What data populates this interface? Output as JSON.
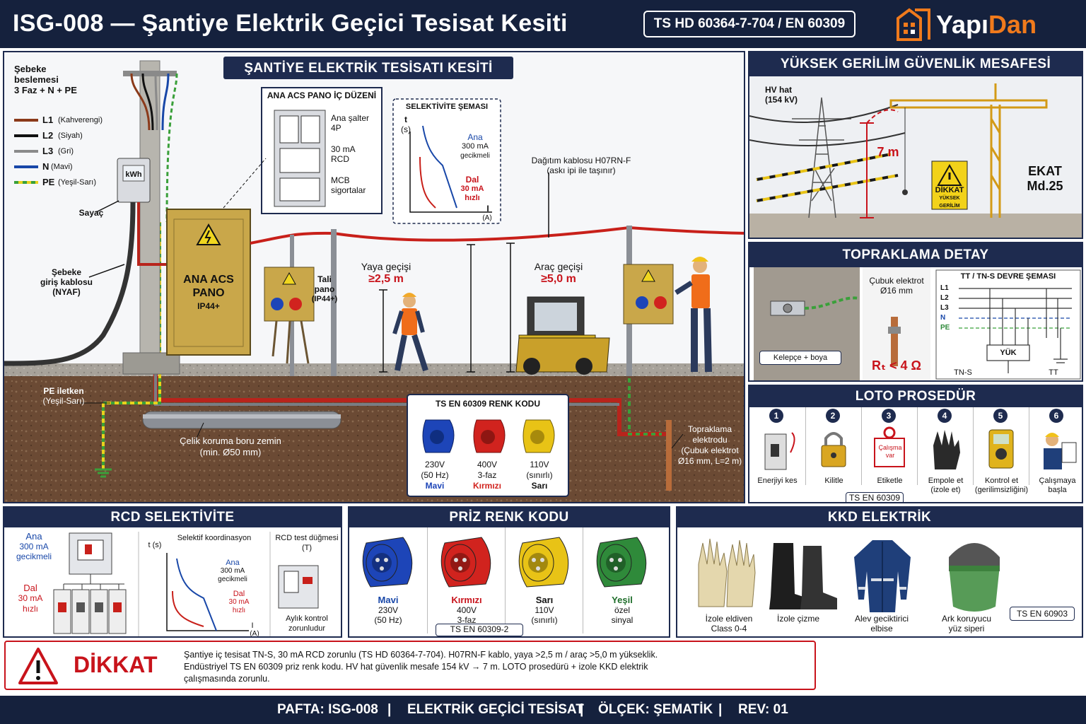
{
  "header": {
    "title": "ISG-008 — Şantiye Elektrik Geçici Tesisat Kesiti",
    "standard": "TS HD 60364-7-704 / EN 60309",
    "brand_a": "Yapı",
    "brand_b": "Dan"
  },
  "main": {
    "title": "ŞANTİYE ELEKTRİK TESİSATI KESİTİ",
    "supply": [
      "Şebeke",
      "beslemesi",
      "3 Faz + N + PE"
    ],
    "legend": [
      {
        "code": "L1",
        "name": "(Kahverengi)",
        "color": "#8b3a1a"
      },
      {
        "code": "L2",
        "name": "(Siyah)",
        "color": "#111111"
      },
      {
        "code": "L3",
        "name": "(Gri)",
        "color": "#8a8a8a"
      },
      {
        "code": "N",
        "name": "(Mavi)",
        "color": "#1847a8"
      },
      {
        "code": "PE",
        "name": "(Yeşil-Sarı)",
        "color": "#3aa03a"
      }
    ],
    "meter_label": "Sayaç",
    "kwh": "kWh",
    "grid_cable": [
      "Şebeke",
      "giriş kablosu",
      "(NYAF)"
    ],
    "main_panel": [
      "ANA ACS",
      "PANO",
      "IP44+"
    ],
    "sub_panel": [
      "Tali",
      "pano",
      "(IP44+)"
    ],
    "acs_box": {
      "title": "ANA ACS PANO İÇ DÜZENİ",
      "items": [
        [
          "Ana şalter",
          "4P"
        ],
        [
          "30 mA",
          "RCD"
        ],
        [
          "MCB",
          "sigortalar"
        ]
      ]
    },
    "selectivity": {
      "title": "SELEKTİVİTE ŞEMASI",
      "y": "t",
      "y_unit": "(s)",
      "x": "I",
      "x_unit": "(A)",
      "ana": [
        "Ana",
        "300 mA",
        "gecikmeli"
      ],
      "dal": [
        "Dal",
        "30 mA",
        "hızlı"
      ]
    },
    "cable": [
      "Dağıtım kablosu H07RN-F",
      "(askı ipi ile taşınır)"
    ],
    "ped": {
      "label": "Yaya geçişi",
      "value": "≥2,5 m"
    },
    "veh": {
      "label": "Araç geçişi",
      "value": "≥5,0 m"
    },
    "pe_cond": [
      "PE iletken",
      "(Yeşil-Sarı)"
    ],
    "pipe": [
      "Çelik koruma boru zemin",
      "(min. Ø50 mm)"
    ],
    "earth": [
      "Topraklama",
      "elektrodu",
      "(Çubuk elektrot",
      "Ø16 mm, L=2 m)"
    ],
    "color_box": {
      "title": "TS EN 60309 RENK KODU",
      "items": [
        {
          "v": "230V",
          "d": "(50 Hz)",
          "c": "Mavi",
          "color": "#1d45b8"
        },
        {
          "v": "400V",
          "d": "3-faz",
          "c": "Kırmızı",
          "color": "#d1231e"
        },
        {
          "v": "110V",
          "d": "(sınırlı)",
          "c": "Sarı",
          "color": "#e8c316"
        }
      ]
    }
  },
  "hv": {
    "title": "YÜKSEK GERİLİM GÜVENLİK MESAFESİ",
    "line": [
      "HV hat",
      "(154 kV)"
    ],
    "dist": "7 m",
    "sign": [
      "DİKKAT",
      "YÜKSEK GERİLİM"
    ],
    "law": [
      "EKAT",
      "Md.25"
    ]
  },
  "ground": {
    "title": "TOPRAKLAMA DETAY",
    "clamp": "Kelepçe + boya",
    "rod": [
      "Çubuk elektrot",
      "Ø16 mm"
    ],
    "rt": "Rₜ < 4 Ω",
    "scheme_title": "TT / TN-S DEVRE ŞEMASI",
    "lines": [
      "L1",
      "L2",
      "L3",
      "N",
      "PE"
    ],
    "load": "YÜK",
    "tns": "TN-S",
    "tt": "TT"
  },
  "loto": {
    "title": "LOTO PROSEDÜR",
    "steps": [
      {
        "n": "1",
        "label": "Enerjiyi kes"
      },
      {
        "n": "2",
        "label": "Kilitle"
      },
      {
        "n": "3",
        "label": "Etiketle",
        "tag": [
          "Çalışma",
          "var"
        ]
      },
      {
        "n": "4",
        "label": "Eldiven",
        "label2": "(izole et)",
        "label_full": "Empole et"
      },
      {
        "n": "5",
        "label": "Kontrol et",
        "label2": "(gerilimsizliğini)"
      },
      {
        "n": "6",
        "label": "Çalışmaya",
        "label2": "başla"
      }
    ],
    "std": "TS EN 60309"
  },
  "rcd": {
    "title": "RCD SELEKTİVİTE",
    "ana": [
      "Ana",
      "300 mA",
      "gecikmeli"
    ],
    "dal": [
      "Dal",
      "30 mA",
      "hızlı"
    ],
    "coord": "Selektif koordinasyon",
    "t": "t (s)",
    "i": "I",
    "iu": "(A)",
    "g_ana": [
      "Ana",
      "300 mA",
      "gecikmeli"
    ],
    "g_dal": [
      "Dal",
      "30 mA",
      "hızlı"
    ],
    "test": [
      "RCD test düğmesi",
      "(T)"
    ],
    "monthly": [
      "Aylık kontrol",
      "zorunludur"
    ]
  },
  "sockets": {
    "title": "PRİZ RENK KODU",
    "items": [
      {
        "c": "Mavi",
        "v": "230V",
        "d": "(50 Hz)",
        "color": "#1d45b8",
        "tc": "#1847a8"
      },
      {
        "c": "Kırmızı",
        "v": "400V",
        "d": "3-faz",
        "color": "#d1231e",
        "tc": "#c8131b"
      },
      {
        "c": "Sarı",
        "v": "110V",
        "d": "(sınırlı)",
        "color": "#e8c316",
        "tc": "#111"
      },
      {
        "c": "Yeşil",
        "v": "özel",
        "d": "sinyal",
        "color": "#2f8a3a",
        "tc": "#1f6e2b"
      }
    ],
    "std": "TS EN 60309-2"
  },
  "ppe": {
    "title": "KKD ELEKTRİK",
    "items": [
      [
        "İzole eldiven",
        "Class 0-4"
      ],
      [
        "İzole çizme",
        ""
      ],
      [
        "Alev geciktirici",
        "elbise"
      ],
      [
        "Ark koruyucu",
        "yüz siperi"
      ]
    ],
    "std": "TS EN 60903"
  },
  "warning": {
    "title": "DİKKAT",
    "lines": [
      "Şantiye iç tesisat TN-S, 30 mA RCD zorunlu (TS HD 60364-7-704).  H07RN-F kablo, yaya >2,5 m / araç >5,0 m yükseklik.",
      "Endüstriyel TS EN 60309 priz renk kodu. HV hat güvenlik mesafe 154 kV → 7 m. LOTO prosedürü + izole KKD elektrik",
      "çalışmasında zorunlu."
    ]
  },
  "footer": {
    "sheet": "PAFTA: ISG-008",
    "topic": "ELEKTRİK GEÇİCİ TESİSAT",
    "scale": "ÖLÇEK: ŞEMATİK",
    "rev": "REV: 01"
  }
}
